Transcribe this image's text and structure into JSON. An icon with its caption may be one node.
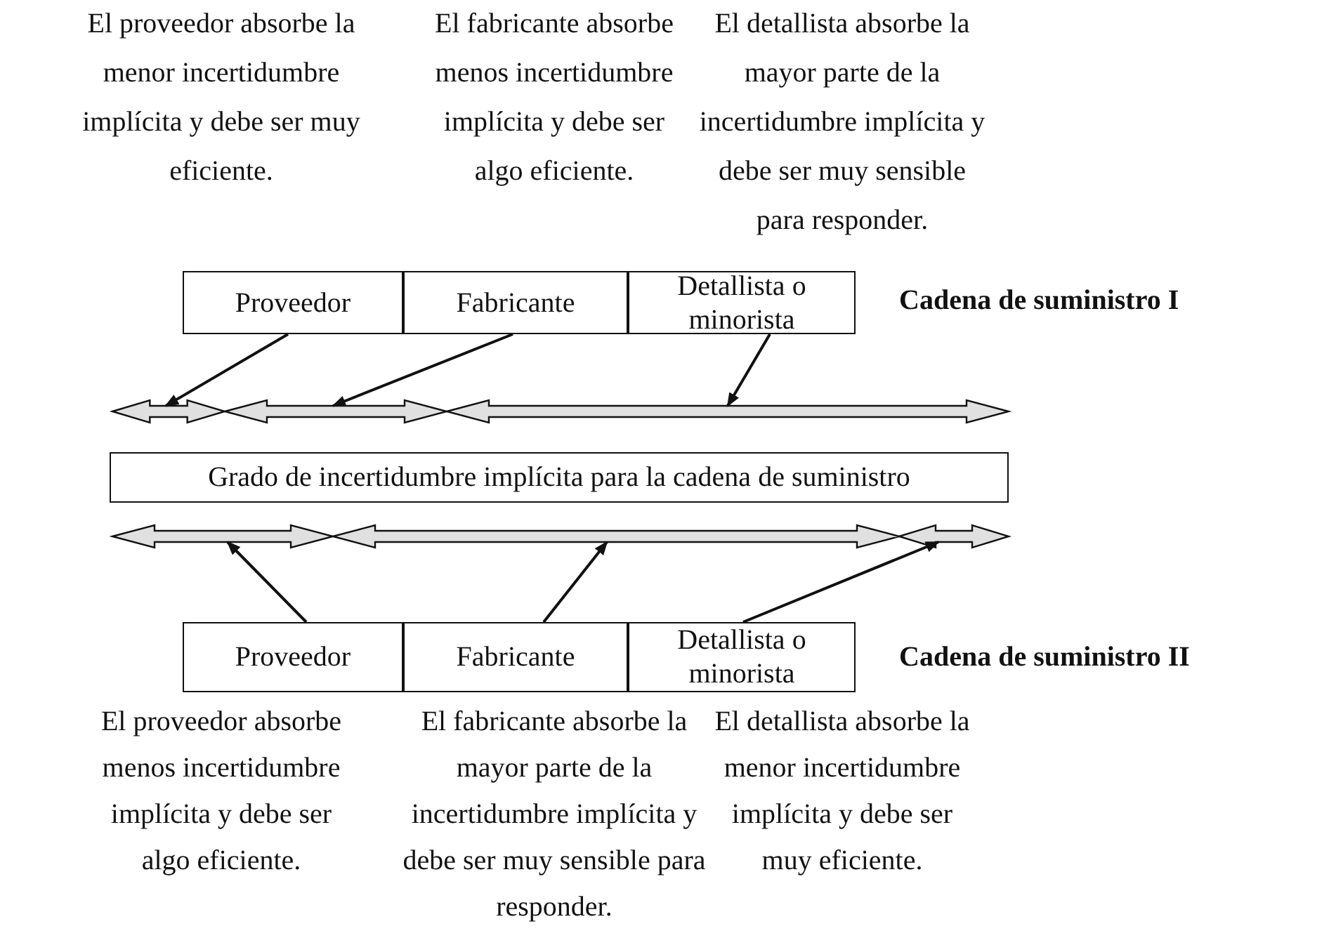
{
  "diagram": {
    "nodes": [
      {
        "text": [
          "Proveedor"
        ],
        "beside": [
          "El proveedor absorbe la menor incertidumbre implícita y debe ser muy eficiente."
        ]
      },
      {
        "text": [
          "Fabricante"
        ],
        "beside": [
          "El fabricante absorbe menos incertidumbre implícita y debe ser algo eficiente."
        ]
      },
      {
        "text": [
          "Detallista o minorista"
        ],
        "beside": [
          "El detallista absorbe la mayor parte de la incertidumbre implícita y debe ser muy sensible para responder."
        ]
      },
      {
        "text": [],
        "shape": "arrow"
      },
      {
        "text": [],
        "shape": "arrow"
      },
      {
        "text": [],
        "shape": "arrow"
      },
      {
        "text": [
          "Grado de incertidumbre implícita para la cadena de suministro"
        ]
      },
      {
        "text": [],
        "shape": "arrow"
      },
      {
        "text": [],
        "shape": "arrow"
      },
      {
        "text": [],
        "shape": "arrow"
      },
      {
        "text": [
          "Proveedor"
        ],
        "beside": [
          "El proveedor absorbe menos incertidumbre implícita y debe ser algo eficiente."
        ]
      },
      {
        "text": [
          "Fabricante"
        ],
        "beside": [
          "El fabricante absorbe la mayor parte de la incertidumbre implícita y debe ser muy sensible para responder."
        ]
      },
      {
        "text": [
          "Detallista o minorista"
        ],
        "beside": [
          "El detallista absorbe la menor incertidumbre implícita y debe ser muy eficiente."
        ]
      }
    ],
    "edges": [
      {
        "from": 0,
        "to": 3,
        "arrow": "to"
      },
      {
        "from": 1,
        "to": 4,
        "arrow": "to"
      },
      {
        "from": 2,
        "to": 5,
        "arrow": "to"
      },
      {
        "from": 10,
        "to": 7,
        "arrow": "to"
      },
      {
        "from": 11,
        "to": 8,
        "arrow": "to"
      },
      {
        "from": 12,
        "to": 9,
        "arrow": "to"
      }
    ],
    "labels": [
      "Cadena de suministro I",
      "Cadena de suministro II"
    ]
  }
}
